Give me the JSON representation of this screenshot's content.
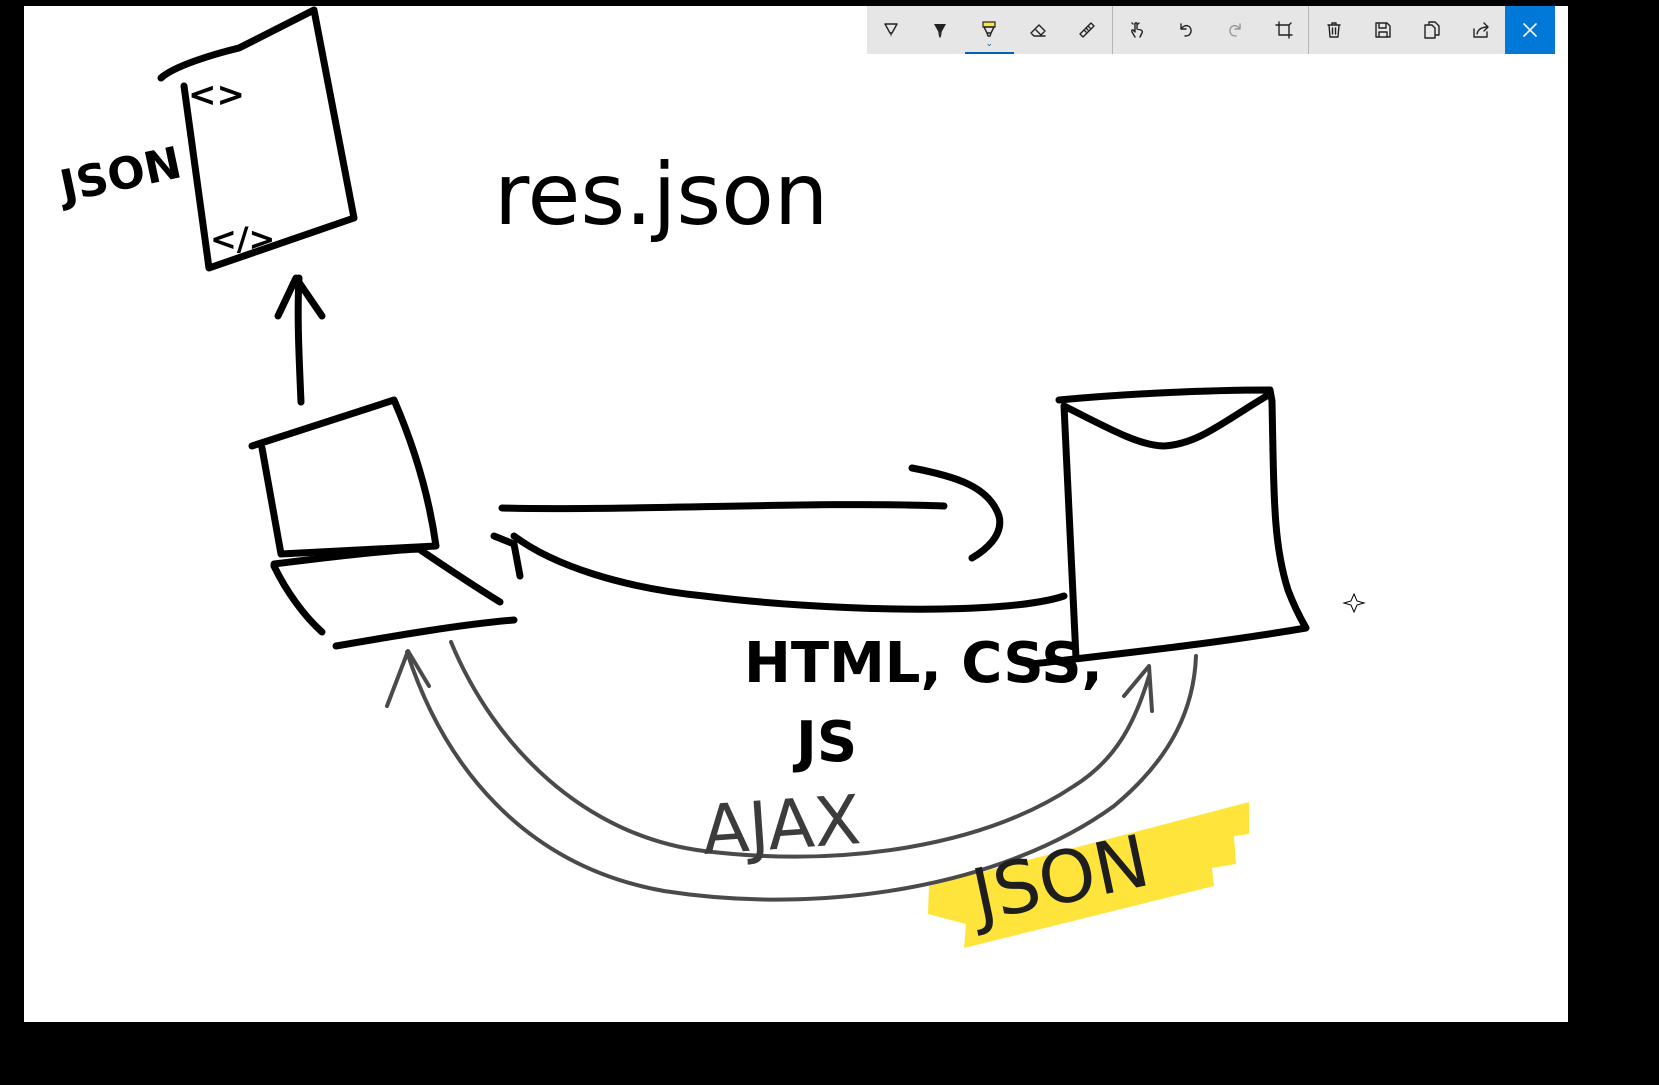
{
  "canvas": {
    "labels": {
      "json_left": "JSON",
      "tag_open": "<>",
      "tag_close": "</>",
      "res_json": "res.json",
      "html_css": "HTML, CSS,",
      "js": "JS",
      "ajax": "AJAX",
      "json_highlight": "JSON"
    },
    "highlighter_color": "#ffe53b"
  },
  "toolbar": {
    "tools": [
      {
        "name": "ballpoint-pen-icon",
        "label": "Ballpoint pen"
      },
      {
        "name": "pencil-icon",
        "label": "Pencil"
      },
      {
        "name": "highlighter-icon",
        "label": "Highlighter",
        "selected": true
      },
      {
        "name": "eraser-icon",
        "label": "Eraser"
      },
      {
        "name": "ruler-icon",
        "label": "Ruler"
      },
      {
        "name": "touch-writing-icon",
        "label": "Touch writing"
      },
      {
        "name": "undo-icon",
        "label": "Undo"
      },
      {
        "name": "redo-icon",
        "label": "Redo"
      },
      {
        "name": "crop-icon",
        "label": "Crop"
      },
      {
        "name": "delete-icon",
        "label": "Clear"
      },
      {
        "name": "save-icon",
        "label": "Save"
      },
      {
        "name": "copy-icon",
        "label": "Copy"
      },
      {
        "name": "share-icon",
        "label": "Share"
      },
      {
        "name": "close-icon",
        "label": "Close"
      }
    ],
    "accent_color": "#0078d7"
  }
}
